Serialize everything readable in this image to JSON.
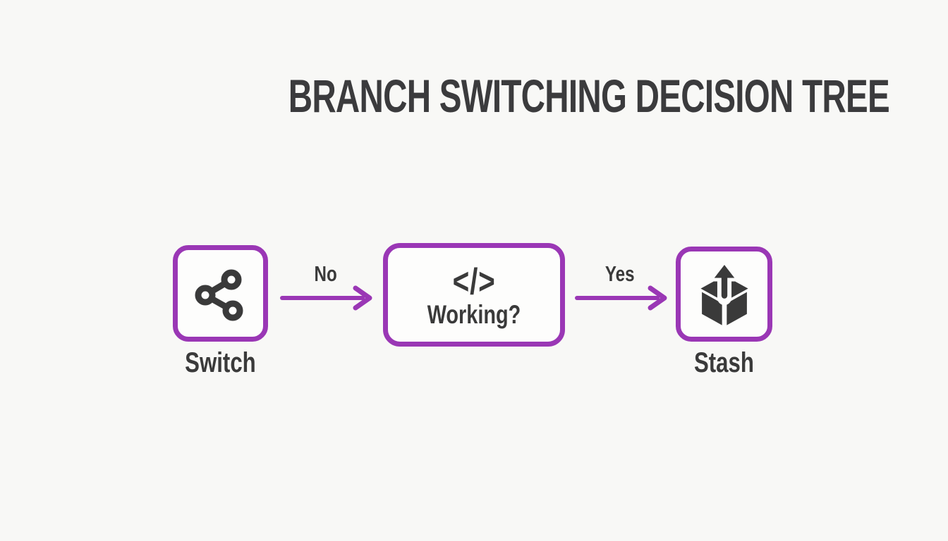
{
  "title": "BRANCH SWITCHING DECISION TREE",
  "colors": {
    "accent_purple": "#9a37b5",
    "ink": "#3a3a3a",
    "background": "#f8f8f6",
    "node_fill": "#fdfdfc"
  },
  "diagram": {
    "nodes": [
      {
        "id": "switch",
        "icon": "git-branch-icon",
        "label": "Switch",
        "glyph": "",
        "box_text": ""
      },
      {
        "id": "working",
        "icon": "code-icon",
        "label": "",
        "glyph": "</>",
        "box_text": "Working?"
      },
      {
        "id": "stash",
        "icon": "stash-box-icon",
        "label": "Stash",
        "glyph": "",
        "box_text": ""
      }
    ],
    "edges": [
      {
        "from": "switch",
        "to": "working",
        "label": "No"
      },
      {
        "from": "working",
        "to": "stash",
        "label": "Yes"
      }
    ]
  }
}
